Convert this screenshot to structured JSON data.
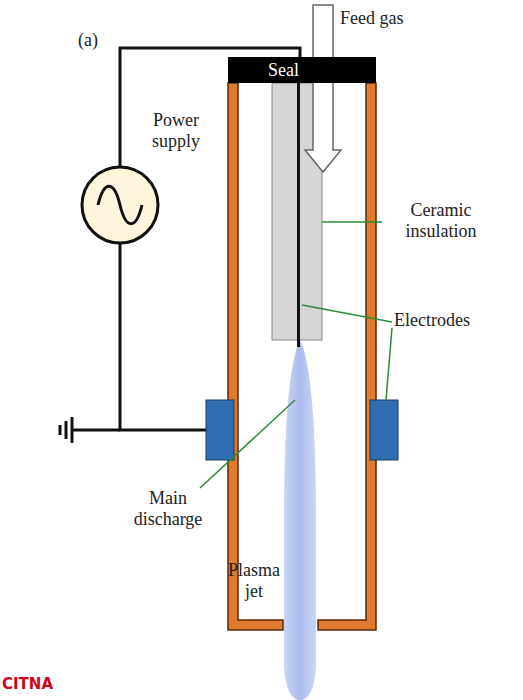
{
  "diagram": {
    "nodes": [
      {
        "text": [
          "Seal"
        ]
      }
    ],
    "labels": [
      "(a)",
      "Feed gas",
      "Power supply",
      "Ceramic insulation",
      "Electrodes",
      "Main discharge",
      "Plasma jet",
      "CITNA"
    ]
  }
}
